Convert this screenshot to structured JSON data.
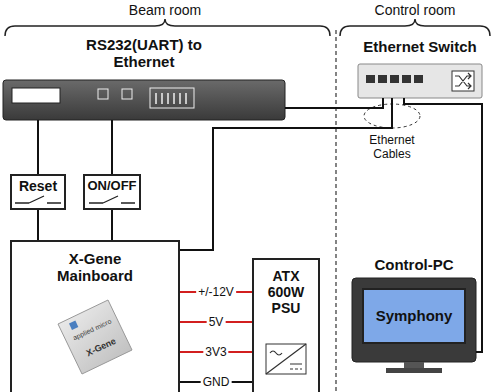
{
  "diagram": {
    "nodes": [
      {
        "text": [
          "RS232(UART) to Ethernet"
        ]
      },
      {
        "text": [
          "Ethernet Switch"
        ]
      },
      {
        "text": [
          "Reset"
        ]
      },
      {
        "text": [
          "ON/OFF"
        ]
      },
      {
        "text": [
          "X-Gene Mainboard"
        ]
      },
      {
        "text": [
          "ATX 600W PSU"
        ]
      },
      {
        "text": [
          "Control-PC"
        ]
      },
      {
        "text": [
          "Symphony"
        ],
        "in": 6
      }
    ],
    "edges": [
      {
        "from": 0,
        "to": 2,
        "arrow": "none"
      },
      {
        "from": 0,
        "to": 3,
        "arrow": "none"
      },
      {
        "from": 2,
        "to": 4,
        "arrow": "none"
      },
      {
        "from": 3,
        "to": 4,
        "arrow": "none"
      },
      {
        "from": 0,
        "to": 1,
        "arrow": "none"
      },
      {
        "from": 4,
        "to": 1,
        "arrow": "none"
      },
      {
        "from": 1,
        "to": 6,
        "arrow": "none"
      },
      {
        "from": 4,
        "to": 5,
        "label": "+/-12V",
        "arrow": "none"
      },
      {
        "from": 4,
        "to": 5,
        "label": "5V",
        "arrow": "none"
      },
      {
        "from": 4,
        "to": 5,
        "label": "3V3",
        "arrow": "none"
      },
      {
        "from": 4,
        "to": 5,
        "label": "GND",
        "arrow": "none"
      }
    ],
    "labels": [
      "Beam room",
      "Control room",
      "Ethernet Cables",
      "applied micro",
      "X-Gene"
    ]
  }
}
